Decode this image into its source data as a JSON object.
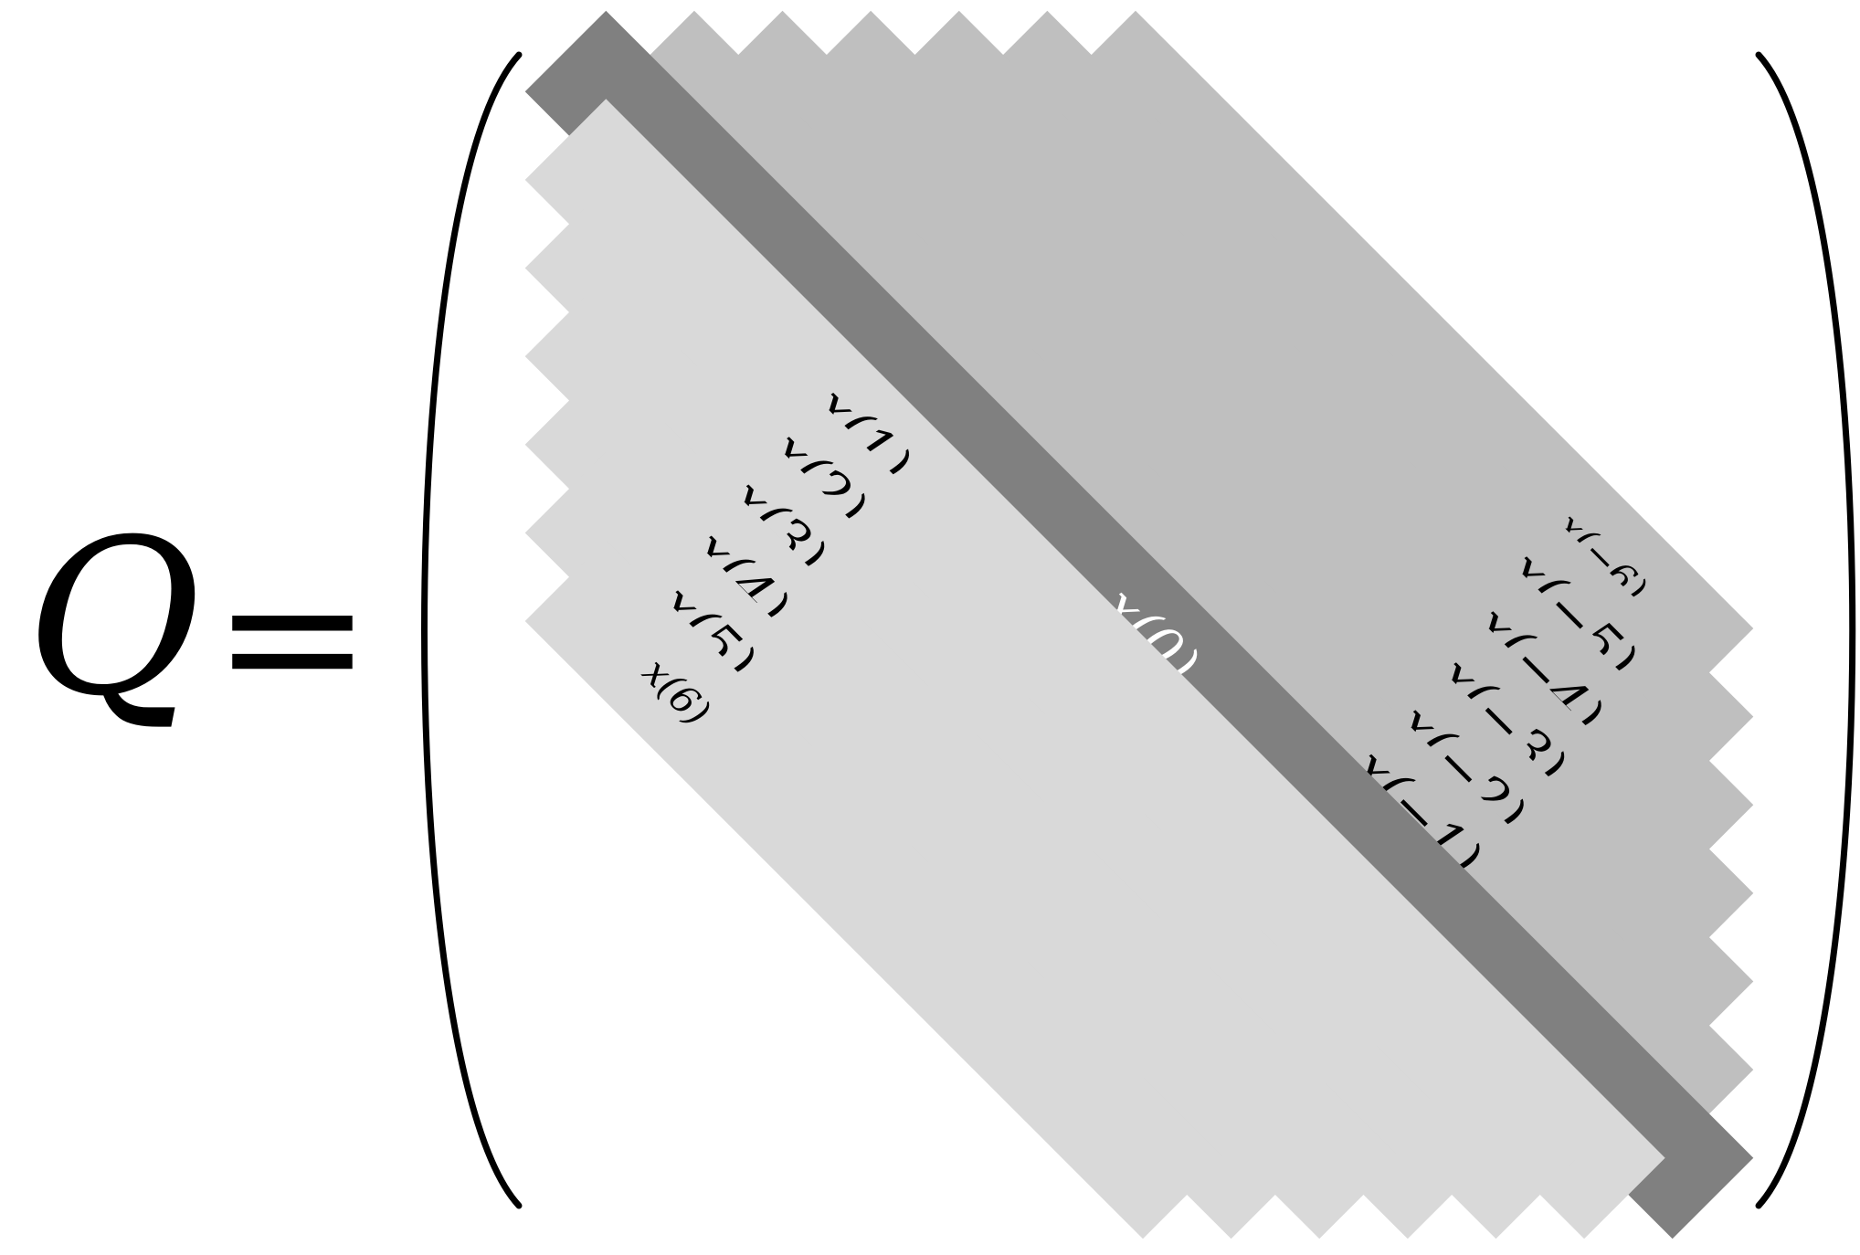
{
  "equation": {
    "lhs": "Q",
    "relation": "="
  },
  "matrix": {
    "bands": [
      {
        "label": "x(−6)",
        "shade": "upper"
      },
      {
        "label": "x(−5)",
        "shade": "upper"
      },
      {
        "label": "x(−4)",
        "shade": "upper"
      },
      {
        "label": "x(−3)",
        "shade": "upper"
      },
      {
        "label": "x(−2)",
        "shade": "upper"
      },
      {
        "label": "x(−1)",
        "shade": "upper"
      },
      {
        "label": "x(0)",
        "shade": "main"
      },
      {
        "label": "x(1)",
        "shade": "lower"
      },
      {
        "label": "x(2)",
        "shade": "lower"
      },
      {
        "label": "x(3)",
        "shade": "lower"
      },
      {
        "label": "x(4)",
        "shade": "lower"
      },
      {
        "label": "x(5)",
        "shade": "lower"
      },
      {
        "label": "x(6)",
        "shade": "lower"
      }
    ],
    "colors": {
      "main": "#808080",
      "upper": "#bfbfbf",
      "lower": "#d9d9d9",
      "main_text": "#ffffff",
      "text": "#000000"
    }
  }
}
